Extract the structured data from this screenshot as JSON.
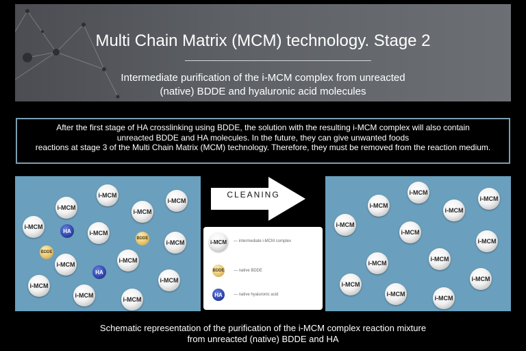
{
  "header": {
    "title": "Multi Chain Matrix (MCM) technology. Stage 2",
    "subtitle_line1": "Intermediate purification of the i-MCM complex from unreacted",
    "subtitle_line2": "(native) BDDE and hyaluronic acid molecules"
  },
  "info": {
    "line1": "After the first stage of HA crosslinking using BDDE, the solution with the resulting i-MCM complex will also contain",
    "line2": "unreacted BDDE and HA molecules. In the future, they can give unwanted foods",
    "line3": "reactions at stage 3 of the Multi Chain Matrix (MCM) technology. Therefore, they must be removed from the reaction medium."
  },
  "arrow": {
    "label": "CLEANING"
  },
  "labels": {
    "mcm": "i-MCM",
    "bdde": "BDDE",
    "ha": "HA"
  },
  "legend": {
    "mcm_text": "— intermediate i-MCM complex",
    "bdde_text": "— native BDDE",
    "ha_text": "— native hyaluronic acid"
  },
  "caption": {
    "line1": "Schematic representation of the purification of the i-MCM complex reaction mixture",
    "line2": "from unreacted (native) BDDE and HA"
  },
  "colors": {
    "panel": "#6a9fbd",
    "info_border": "#7d9fb0",
    "ha": "#2f43a8",
    "bdde": "#e7c46e"
  }
}
